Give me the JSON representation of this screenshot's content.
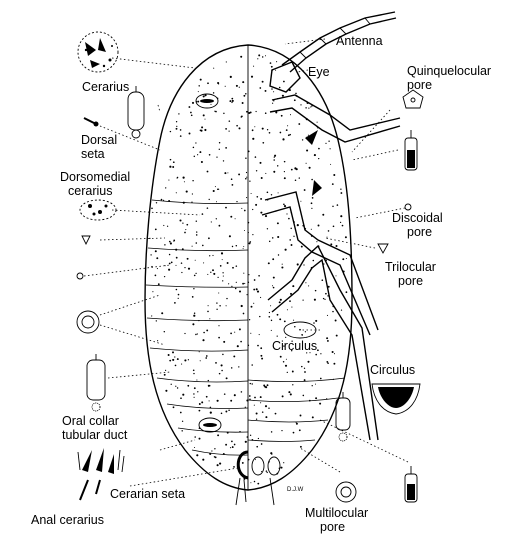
{
  "labels": {
    "antenna": "Antenna",
    "eye": "Eye",
    "quinquelocular_1": "Quinquelocular",
    "quinquelocular_2": "pore",
    "cerarius": "Cerarius",
    "dorsal_seta_1": "Dorsal",
    "dorsal_seta_2": "seta",
    "dorsomedial_1": "Dorsomedial",
    "dorsomedial_2": "cerarius",
    "discoidal_1": "Discoidal",
    "discoidal_2": "pore",
    "trilocular_1": "Trilocular",
    "trilocular_2": "pore",
    "circulus_inner": "Circulus",
    "circulus_outer": "Circulus",
    "oral_collar_1": "Oral collar",
    "oral_collar_2": "tubular duct",
    "cerarian_seta": "Cerarian seta",
    "anal_cerarius": "Anal cerarius",
    "multilocular_1": "Multilocular",
    "multilocular_2": "pore",
    "signature": "D.J.W"
  }
}
